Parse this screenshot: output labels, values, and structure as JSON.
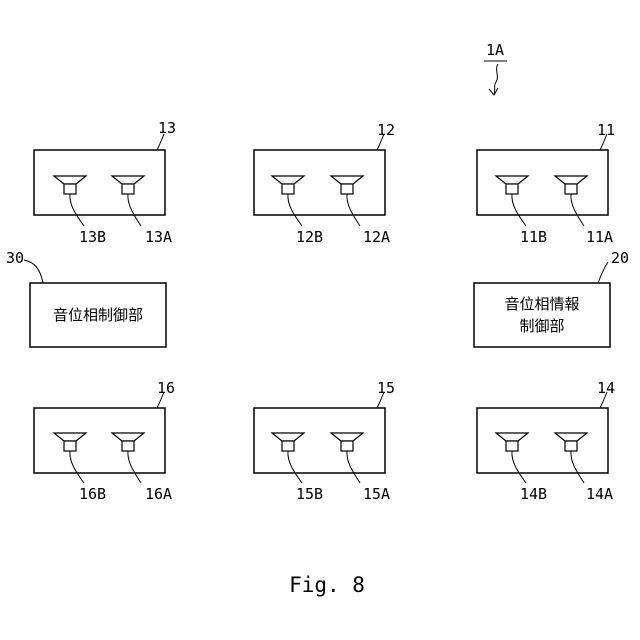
{
  "system_label": "1A",
  "modules": [
    {
      "id": "11",
      "speaker_a": "11A",
      "speaker_b": "11B"
    },
    {
      "id": "12",
      "speaker_a": "12A",
      "speaker_b": "12B"
    },
    {
      "id": "13",
      "speaker_a": "13A",
      "speaker_b": "13B"
    },
    {
      "id": "14",
      "speaker_a": "14A",
      "speaker_b": "14B"
    },
    {
      "id": "15",
      "speaker_a": "15A",
      "speaker_b": "15B"
    },
    {
      "id": "16",
      "speaker_a": "16A",
      "speaker_b": "16B"
    }
  ],
  "controllers": [
    {
      "id": "30",
      "text_line1": "音位相制御部",
      "text_line2": ""
    },
    {
      "id": "20",
      "text_line1": "音位相情報",
      "text_line2": "制御部"
    }
  ],
  "caption": "Fig. 8"
}
